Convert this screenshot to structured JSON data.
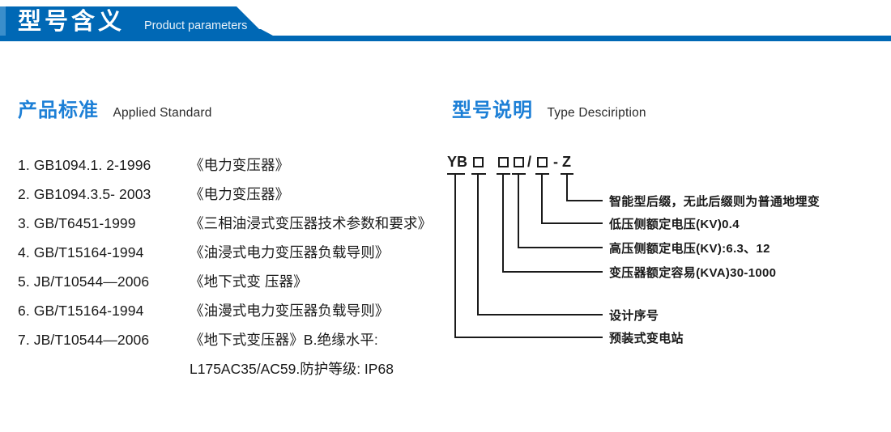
{
  "banner": {
    "title_cn": "型号含义",
    "title_en": "Product parameters",
    "bar_color": "#0068b5",
    "edge_color": "#3a8ecb"
  },
  "sections": {
    "left": {
      "heading_cn": "产品标准",
      "heading_en": "Applied Standard",
      "heading_color": "#1c7fd6",
      "items": [
        {
          "index": "1.",
          "code": "GB1094.1. 2-1996",
          "name": "《电力变压器》"
        },
        {
          "index": "2.",
          "code": "GB1094.3.5- 2003",
          "name": "《电力变压器》"
        },
        {
          "index": "3.",
          "code": "GB/T6451-1999",
          "name": "《三相油浸式变压器技术参数和要求》"
        },
        {
          "index": "4.",
          "code": "GB/T15164-1994",
          "name": "《油浸式电力变压器负载导则》"
        },
        {
          "index": "5.",
          "code": "JB/T10544—2006",
          "name": "《地下式变 压器》"
        },
        {
          "index": "6.",
          "code": "GB/T15164-1994",
          "name": "《油漫式电力变压器负载导则》"
        },
        {
          "index": "7.",
          "code": "JB/T10544—2006",
          "name": "《地下式变压器》B.绝缘水平:"
        }
      ],
      "continuation": "L175AC35/AC59.防护等级: IP68"
    },
    "right": {
      "heading_cn": "型号说明",
      "heading_en": "Type Desciription",
      "heading_color": "#1c7fd6",
      "code_tokens": [
        {
          "kind": "text",
          "text": "YB"
        },
        {
          "kind": "box",
          "text": "□"
        },
        {
          "kind": "box",
          "text": "□"
        },
        {
          "kind": "box",
          "text": "□"
        },
        {
          "kind": "text",
          "text": "/"
        },
        {
          "kind": "box",
          "text": "□"
        },
        {
          "kind": "text",
          "text": "-"
        },
        {
          "kind": "text",
          "text": "Z"
        }
      ],
      "callouts": [
        {
          "id": "suffix",
          "label": "智能型后缀，无此后缀则为普通地埋变"
        },
        {
          "id": "lv-voltage",
          "label": "低压侧额定电压(KV)0.4"
        },
        {
          "id": "hv-voltage",
          "label": "高压侧额定电压(KV):6.3、12"
        },
        {
          "id": "capacity",
          "label": "变压器额定容易(KVA)30-1000"
        },
        {
          "id": "design-no",
          "label": "设计序号"
        },
        {
          "id": "substation",
          "label": "预装式变电站"
        }
      ]
    }
  }
}
